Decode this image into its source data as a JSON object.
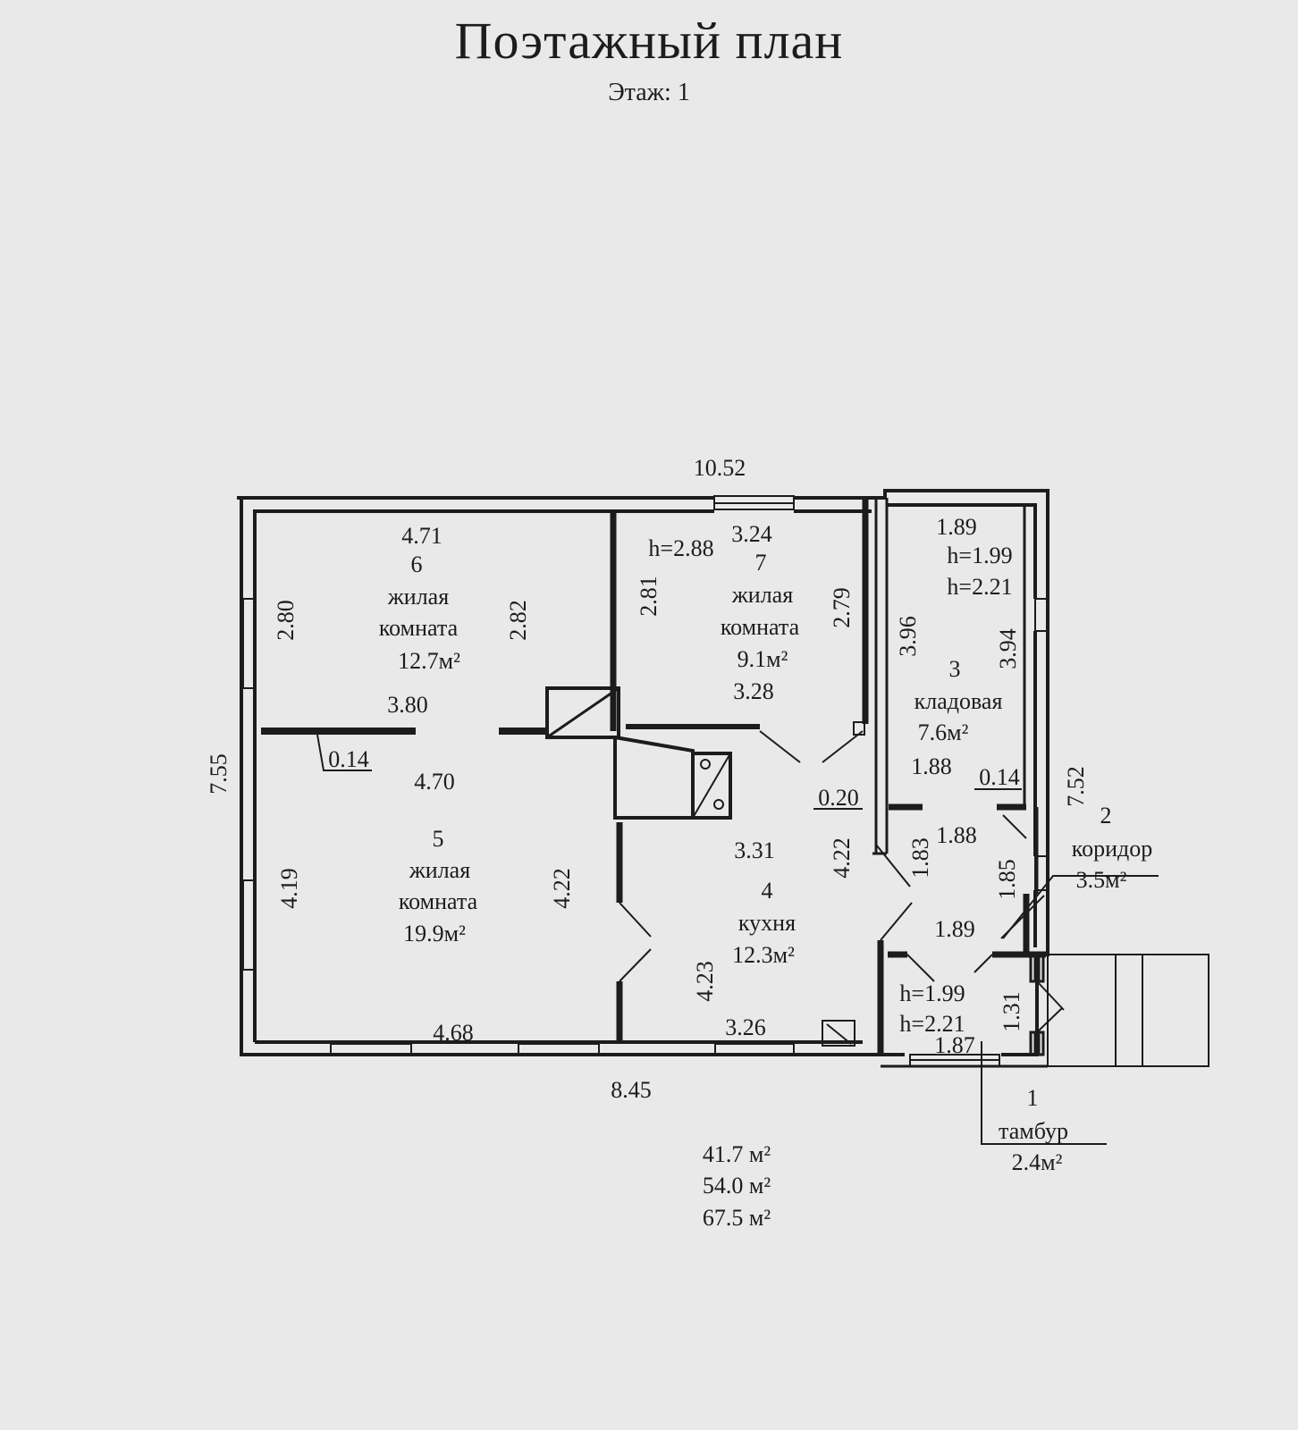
{
  "header": {
    "title": "Поэтажный план",
    "floor_label": "Этаж:",
    "floor_value": "1"
  },
  "rooms": [
    {
      "number": "1",
      "name": "тамбур",
      "area": "2.4м²"
    },
    {
      "number": "2",
      "name": "коридор",
      "area": "3.5м²"
    },
    {
      "number": "3",
      "name": "кладовая",
      "area": "7.6м²"
    },
    {
      "number": "4",
      "name": "кухня",
      "area": "12.3м²"
    },
    {
      "number": "5",
      "name_line1": "жилая",
      "name_line2": "комната",
      "area": "19.9м²"
    },
    {
      "number": "6",
      "name_line1": "жилая",
      "name_line2": "комната",
      "area": "12.7м²"
    },
    {
      "number": "7",
      "name_line1": "жилая",
      "name_line2": "комната",
      "area": "9.1м²"
    }
  ],
  "dimensions": {
    "overall_top": "10.52",
    "overall_left": "7.55",
    "overall_right": "7.52",
    "bottom_main": "8.45",
    "r6_top": "4.71",
    "r6_left": "2.80",
    "r6_right": "2.82",
    "r6_bottom": "3.80",
    "wall_thickness_a": "0.14",
    "r5_top": "4.70",
    "r5_left": "4.19",
    "r5_right": "4.22",
    "r5_bottom": "4.68",
    "r7_height": "h=2.88",
    "r7_top": "3.24",
    "r7_left": "2.81",
    "r7_right": "2.79",
    "r7_bottom": "3.28",
    "r4_top": "3.31",
    "r4_right": "4.22",
    "r4_left": "4.23",
    "r4_bottom": "3.26",
    "wall_thickness_b": "0.20",
    "r3_top": "1.89",
    "r3_h1": "h=1.99",
    "r3_h2": "h=2.21",
    "r3_left": "3.96",
    "r3_right": "3.94",
    "r3_bottom": "1.88",
    "wall_thickness_c": "0.14",
    "r2_top": "1.88",
    "r2_left": "1.83",
    "r2_right": "1.85",
    "r2_bottom": "1.89",
    "r1_h1": "h=1.99",
    "r1_h2": "h=2.21",
    "r1_right": "1.31",
    "r1_bottom": "1.87"
  },
  "totals": [
    "41.7 м²",
    "54.0 м²",
    "67.5 м²"
  ],
  "colors": {
    "paper": "#e9e9ea",
    "ink": "#1c1c1c"
  }
}
